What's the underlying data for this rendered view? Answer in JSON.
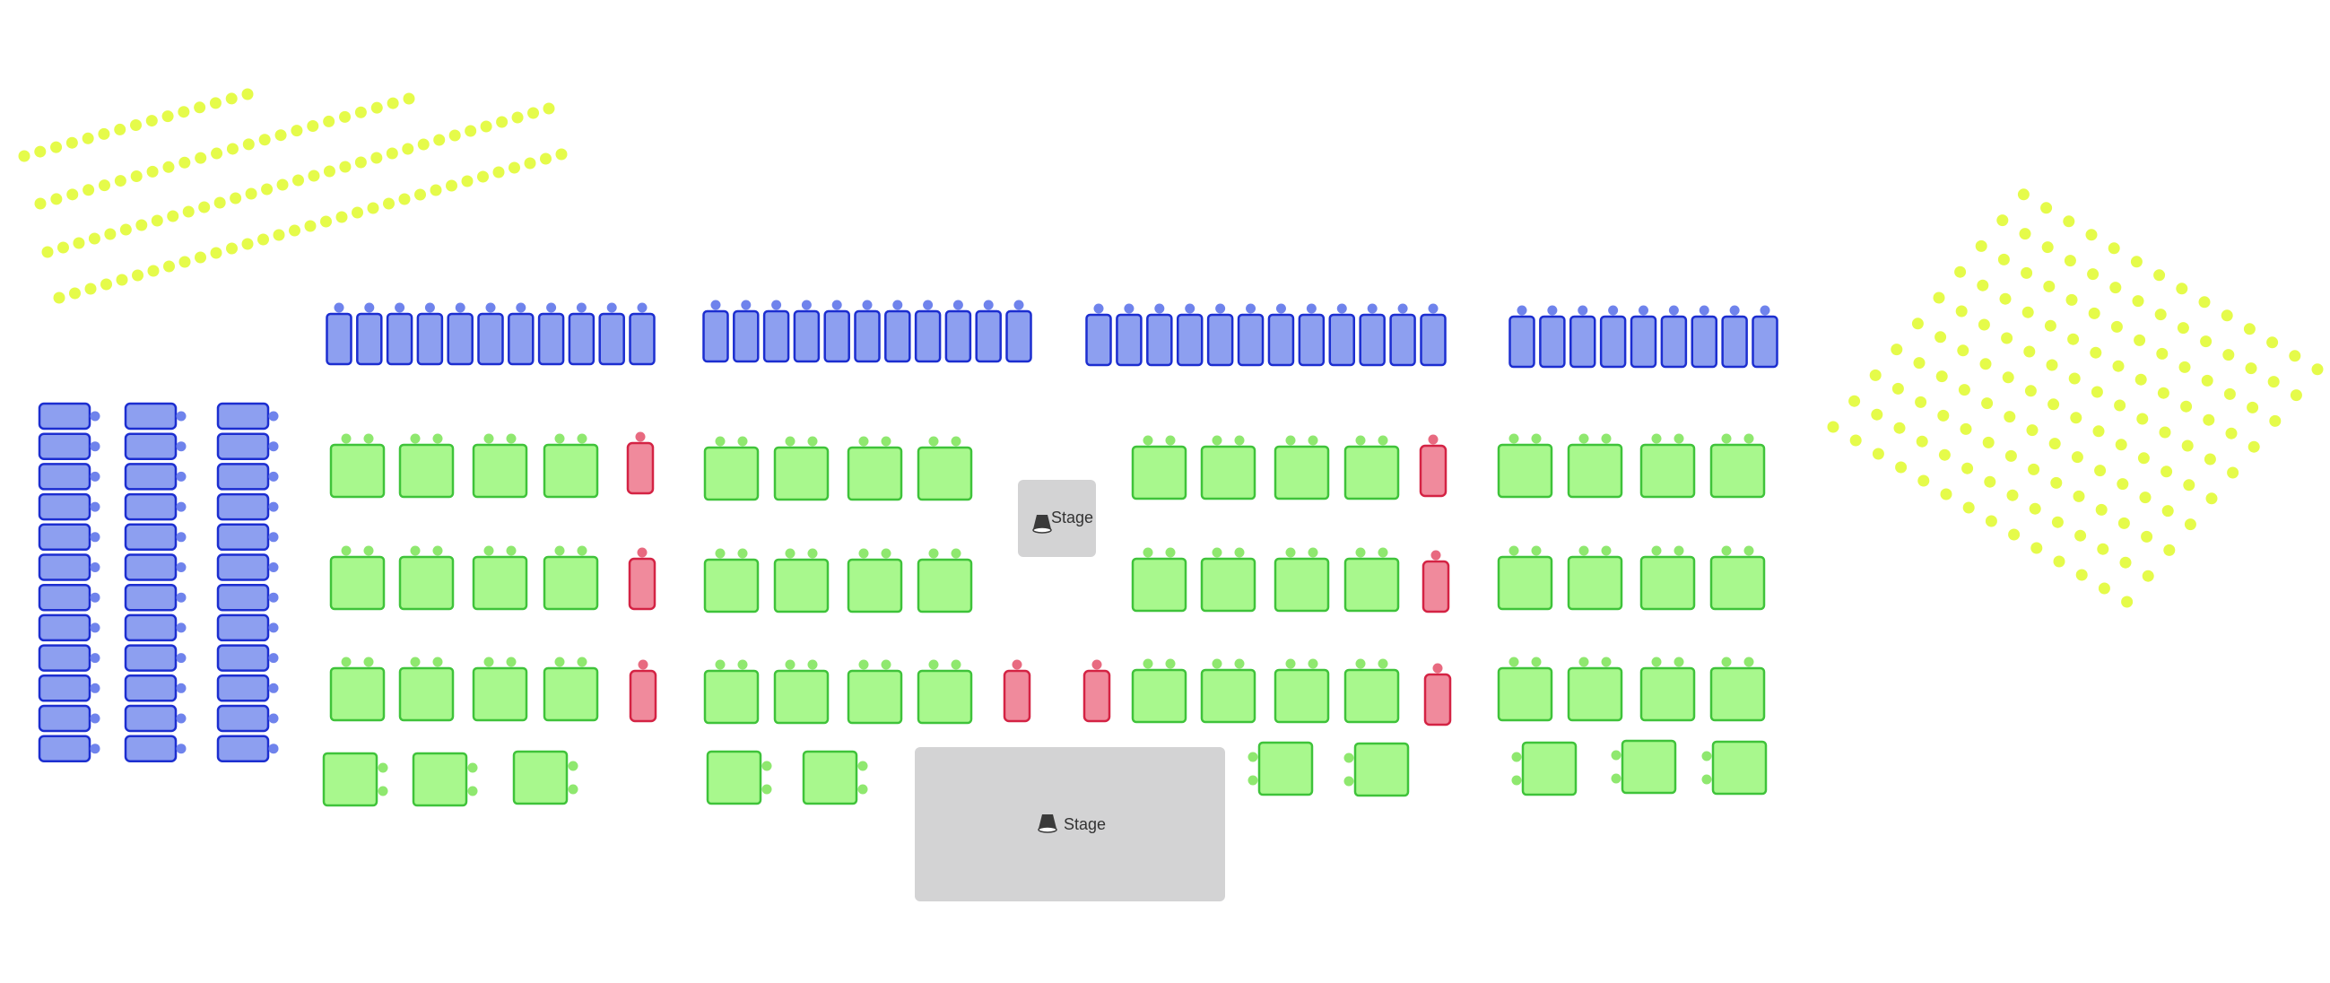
{
  "colors": {
    "standing_seat": "#e5fb4a",
    "blue_fill": "#8d9ff0",
    "blue_stroke": "#1c2ed0",
    "blue_dot": "#6f83ec",
    "green_fill": "#a8f88d",
    "green_stroke": "#3fc33a",
    "green_dot": "#8fe86f",
    "red_fill": "#f08a9c",
    "red_stroke": "#d42344",
    "red_dot": "#e86a80",
    "stage_fill": "#d3d3d4"
  },
  "stages": [
    {
      "id": "small-stage",
      "label": "Stage",
      "icon": "spotlight-icon"
    },
    {
      "id": "main-stage",
      "label": "Stage",
      "icon": "spotlight-icon"
    }
  ]
}
